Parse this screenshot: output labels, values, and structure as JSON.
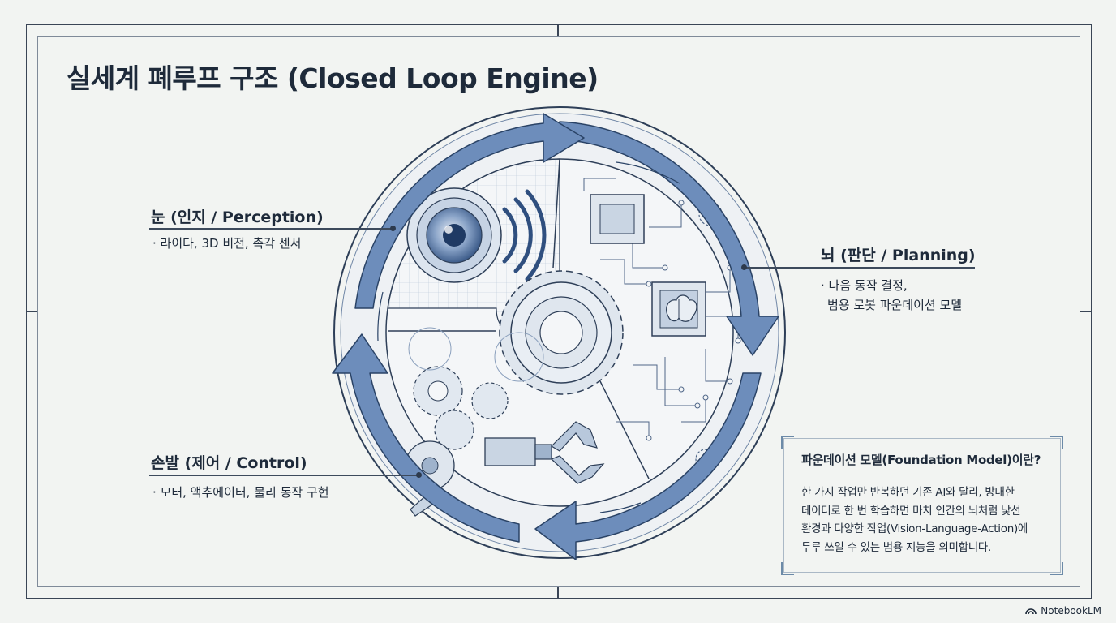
{
  "title": "실세계 폐루프 구조 (Closed Loop Engine)",
  "perception": {
    "heading": "눈 (인지 / Perception)",
    "bullet": "· 라이다, 3D 비전, 촉각 센서"
  },
  "planning": {
    "heading": "뇌 (판단 / Planning)",
    "bullet_lines": [
      "· 다음 동작 결정,",
      "범용 로봇 파운데이션 모델"
    ]
  },
  "control": {
    "heading": "손발 (제어 / Control)",
    "bullet": "· 모터, 액추에이터, 물리 동작 구현"
  },
  "infobox": {
    "title": "파운데이션 모델(Foundation Model)이란?",
    "lines": [
      "한 가지 작업만 반복하던 기존 AI와 달리, 방대한",
      "데이터로 한 번 학습하면 마치 인간의 뇌처럼 낯선",
      "환경과 다양한 작업(Vision-Language-Action)에",
      "두루 쓰일 수 있는 범용 지능을 의미합니다."
    ]
  },
  "brand": "NotebookLM",
  "icons": [
    "camera-sensor-icon",
    "chip-icon",
    "brain-chip-icon",
    "gear-icon",
    "robot-gripper-icon",
    "notebooklm-logo-icon"
  ],
  "colors": {
    "accent": "#4a6fa5",
    "ink": "#1e2a3a",
    "background": "#f2f4f2"
  }
}
